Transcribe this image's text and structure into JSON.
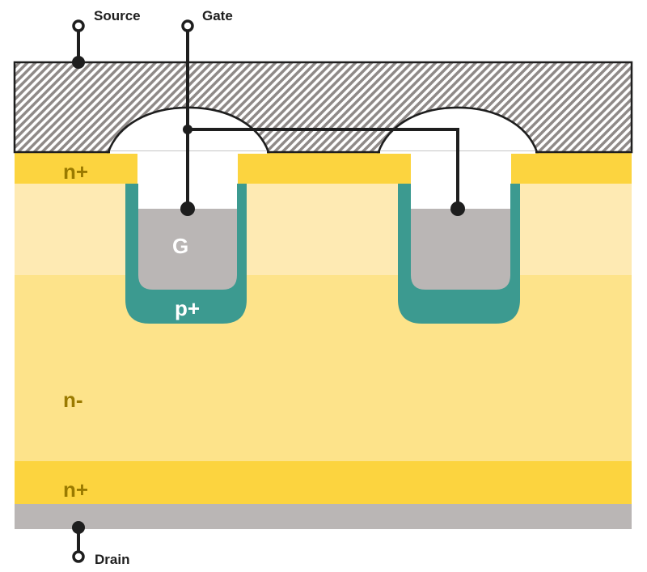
{
  "diagram": {
    "type": "trench-mosfet-cross-section",
    "terminals": {
      "source": "Source",
      "gate": "Gate",
      "drain": "Drain"
    },
    "regions": {
      "n_plus_top": "n+",
      "n_minus_drift": "n-",
      "n_plus_substrate": "n+",
      "p_plus_trench": "p+",
      "gate_poly": "G"
    },
    "colors": {
      "metal_hatch_dark": "#8f8a88",
      "metal_hatch_light": "#ffffff",
      "outline": "#1e1e1e",
      "n_plus": "#fcd43f",
      "p_body": "#feeab3",
      "n_minus": "#fde38a",
      "p_plus_teal": "#3c9a90",
      "gate_poly": "#bab6b5",
      "drain_metal": "#bab6b5",
      "oxide": "#ffffff",
      "dopant_label": "#9a7a00"
    }
  }
}
